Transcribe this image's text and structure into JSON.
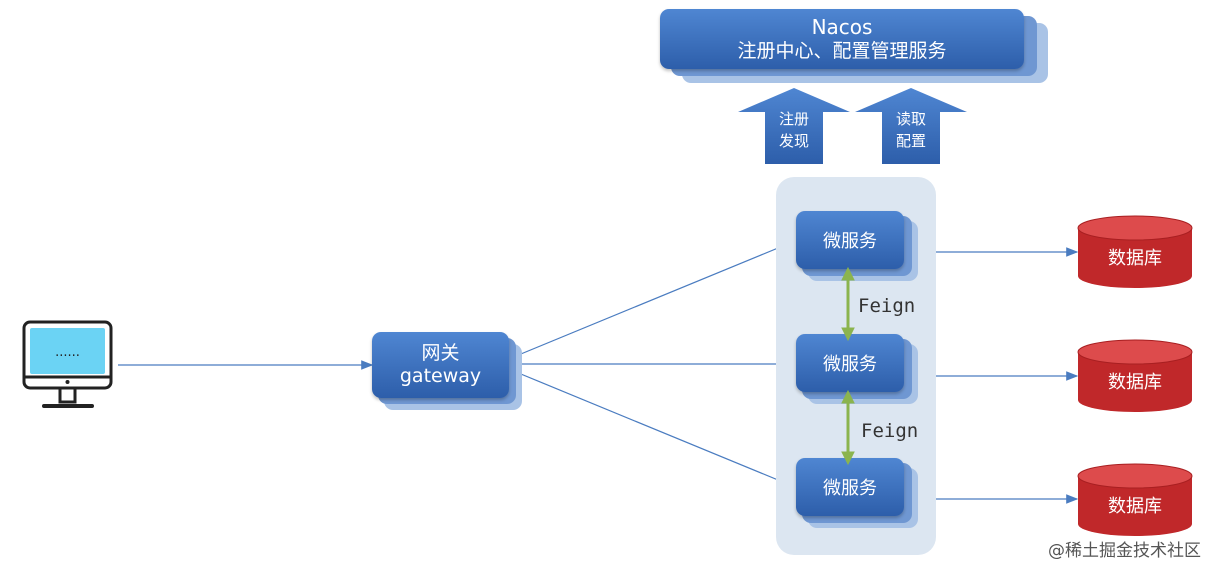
{
  "nacos": {
    "title": "Nacos",
    "subtitle": "注册中心、配置管理服务"
  },
  "arrows": {
    "register": [
      "注册",
      "发现"
    ],
    "config": [
      "读取",
      "配置"
    ]
  },
  "client": {
    "screen_text": "......",
    "icon": "monitor-icon"
  },
  "gateway": {
    "line1": "网关",
    "line2": "gateway"
  },
  "microservices": [
    "微服务",
    "微服务",
    "微服务"
  ],
  "feign": [
    "Feign",
    "Feign"
  ],
  "databases": [
    "数据库",
    "数据库",
    "数据库"
  ],
  "watermark": "@稀土掘金技术社区",
  "colors": {
    "box_blue": "#3a6fbf",
    "db_red": "#c0282a",
    "cluster_bg": "#dce6f1",
    "feign_green": "#8bb44e",
    "line_blue": "#4a7cc0"
  }
}
